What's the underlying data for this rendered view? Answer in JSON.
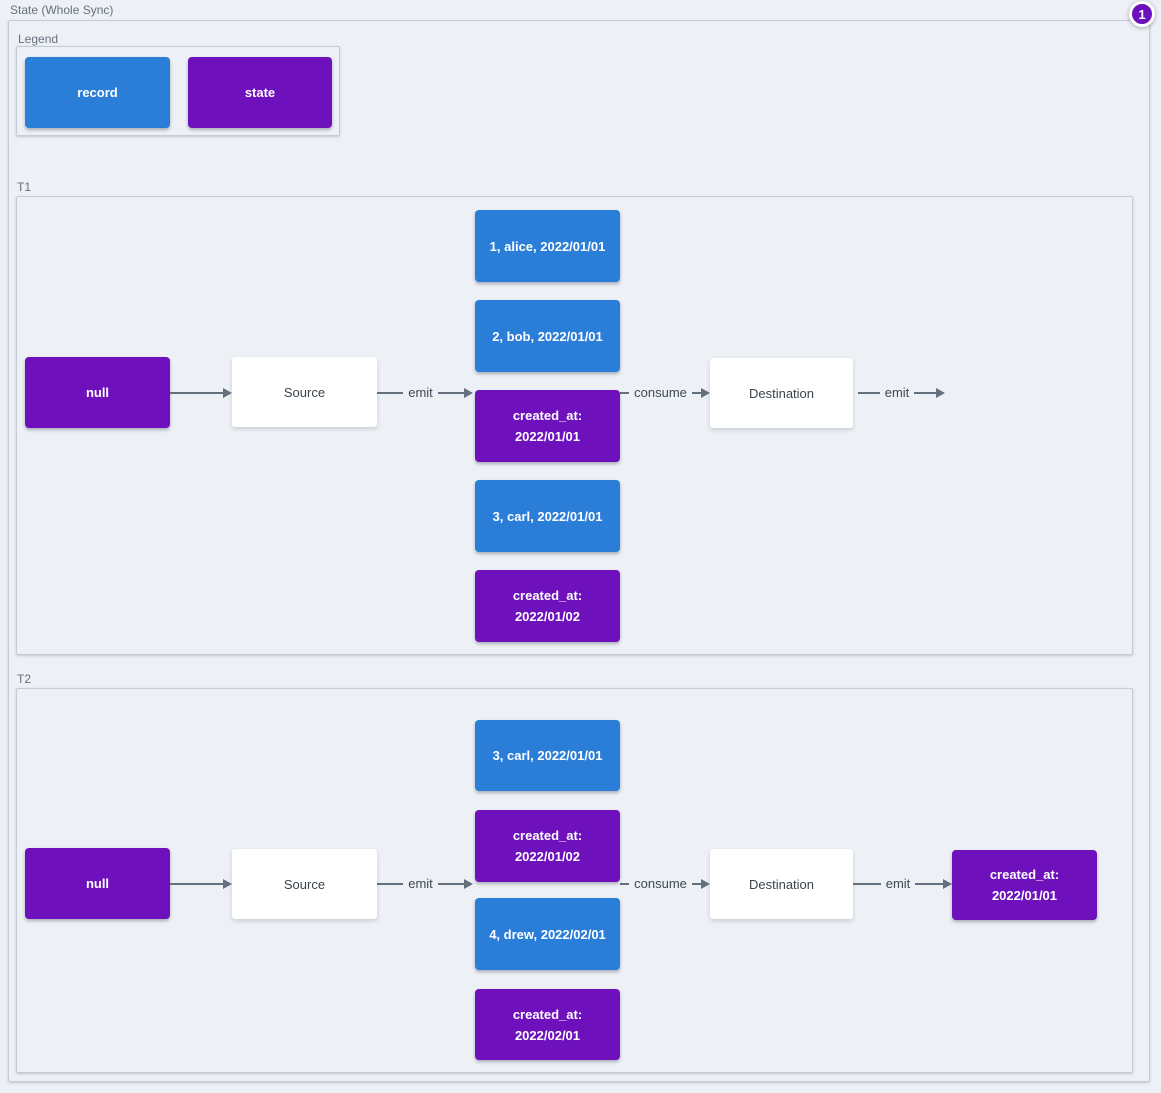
{
  "colors": {
    "record_blue": "#2b7ed8",
    "state_purple": "#6e11bd",
    "background": "#edf0f5",
    "cluster_border": "#c4cdd7",
    "arrow": "#64707e",
    "cluster_label_text": "#67717e",
    "edge_label_text": "#3f4a54",
    "io_node_text": "#3b444e"
  },
  "annotation_badge": {
    "value": "1"
  },
  "diagram": {
    "title": "State (Whole Sync)",
    "legend": {
      "title": "Legend",
      "items": [
        {
          "label": "record",
          "type": "record"
        },
        {
          "label": "state",
          "type": "state"
        }
      ]
    },
    "sections": [
      {
        "title": "T1",
        "null_label": "null",
        "source_label": "Source",
        "destination_label": "Destination",
        "emit_label": "emit",
        "consume_label": "consume",
        "final_emit_label": "emit",
        "stack": [
          {
            "label": "1, alice, 2022/01/01",
            "type": "record"
          },
          {
            "label": "2, bob, 2022/01/01",
            "type": "record"
          },
          {
            "label": "created_at:\n2022/01/01",
            "type": "state"
          },
          {
            "label": "3, carl, 2022/01/01",
            "type": "record"
          },
          {
            "label": "created_at:\n2022/01/02",
            "type": "state"
          }
        ]
      },
      {
        "title": "T2",
        "null_label": "null",
        "source_label": "Source",
        "destination_label": "Destination",
        "emit_label": "emit",
        "consume_label": "consume",
        "final_emit_label": "emit",
        "stack": [
          {
            "label": "3, carl, 2022/01/01",
            "type": "record"
          },
          {
            "label": "created_at:\n2022/01/02",
            "type": "state"
          },
          {
            "label": "4, drew, 2022/02/01",
            "type": "record"
          },
          {
            "label": "created_at:\n2022/02/01",
            "type": "state"
          }
        ],
        "result_label": "created_at:\n2022/01/01"
      }
    ]
  }
}
